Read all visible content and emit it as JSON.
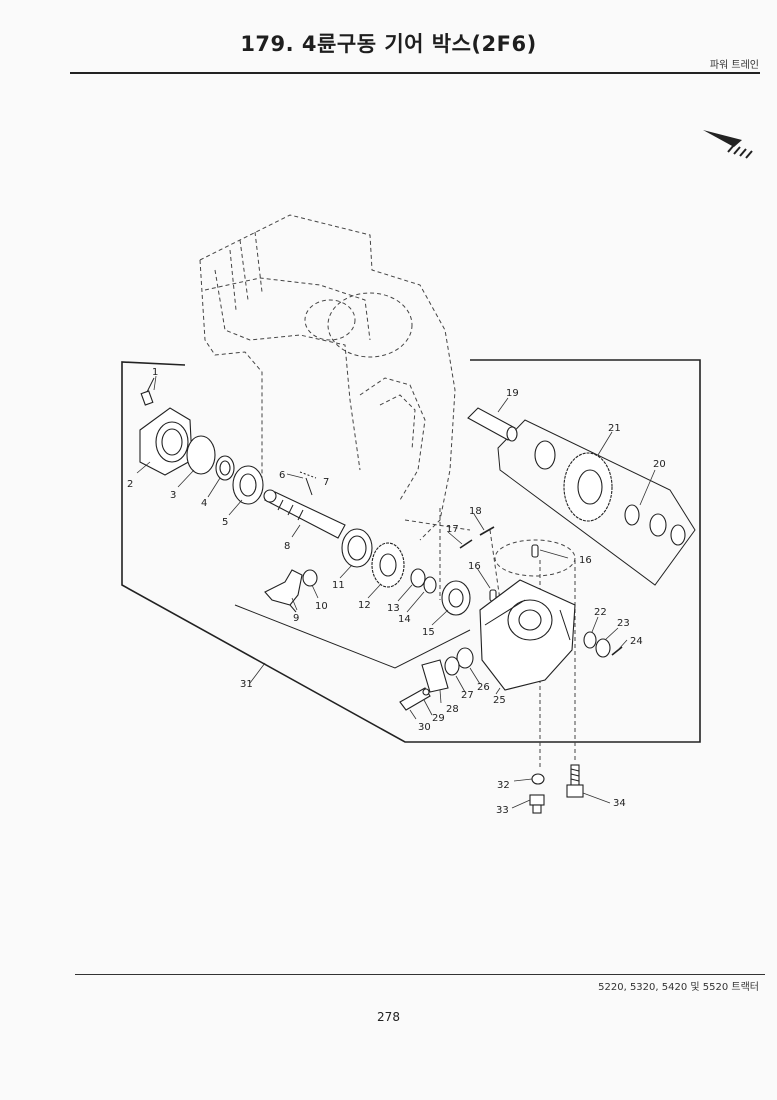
{
  "header": {
    "title": "179. 4륜구동 기어 박스(2F6)",
    "section": "파워 트레인"
  },
  "footer": {
    "models": "5220, 5320, 5420 및 5520 트랙터",
    "page_number": "278"
  },
  "callouts": [
    "1",
    "2",
    "3",
    "4",
    "5",
    "6",
    "7",
    "8",
    "9",
    "10",
    "11",
    "12",
    "13",
    "14",
    "15",
    "16",
    "16",
    "17",
    "18",
    "19",
    "20",
    "21",
    "22",
    "23",
    "24",
    "25",
    "26",
    "27",
    "28",
    "29",
    "30",
    "31",
    "32",
    "33",
    "34"
  ],
  "icons": {
    "direction": "front-direction-arrow-icon"
  }
}
